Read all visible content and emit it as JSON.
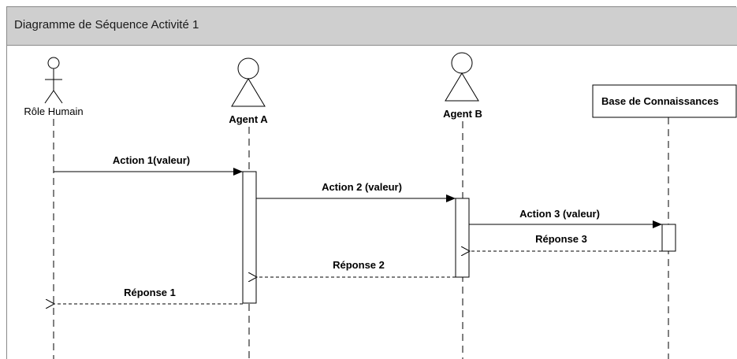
{
  "title": "Diagramme de Séquence Activité 1",
  "participants": {
    "human": "Rôle Humain",
    "agent_a": "Agent A",
    "agent_b": "Agent B",
    "kb": "Base de Connaissances"
  },
  "messages": {
    "m1": "Action 1(valeur)",
    "m2": "Action 2 (valeur)",
    "m3": "Action 3 (valeur)",
    "r3": "Réponse 3",
    "r2": "Réponse 2",
    "r1": "Réponse 1"
  }
}
